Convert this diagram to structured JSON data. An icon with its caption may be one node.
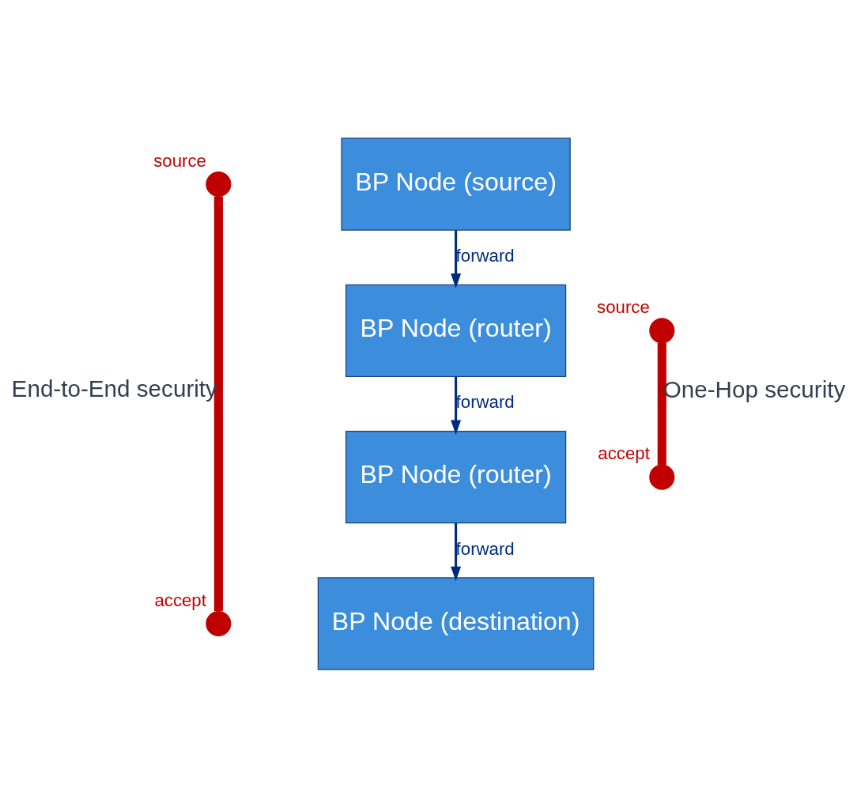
{
  "diagram": {
    "nodes": [
      {
        "text": [
          "BP Node (source)"
        ]
      },
      {
        "text": [
          "BP Node (router)"
        ]
      },
      {
        "text": [
          "BP Node (router)"
        ]
      },
      {
        "text": [
          "BP Node (destination)"
        ]
      },
      {
        "text": [],
        "shape": "circle",
        "beside": [
          "source"
        ]
      },
      {
        "text": [],
        "shape": "circle",
        "beside": [
          "accept"
        ]
      },
      {
        "text": [],
        "shape": "circle",
        "beside": [
          "source"
        ]
      },
      {
        "text": [],
        "shape": "circle",
        "beside": [
          "accept"
        ]
      }
    ],
    "edges": [
      {
        "from": 0,
        "to": 1,
        "arrow": "to",
        "label": "forward"
      },
      {
        "from": 1,
        "to": 2,
        "arrow": "to",
        "label": "forward"
      },
      {
        "from": 2,
        "to": 3,
        "arrow": "to",
        "label": "forward"
      },
      {
        "from": 4,
        "to": 5,
        "arrow": "none",
        "label": "End-to-End security",
        "style": "thick",
        "color": "#c00000"
      },
      {
        "from": 6,
        "to": 7,
        "arrow": "none",
        "label": "One-Hop security",
        "style": "thick",
        "color": "#c00000"
      }
    ]
  }
}
